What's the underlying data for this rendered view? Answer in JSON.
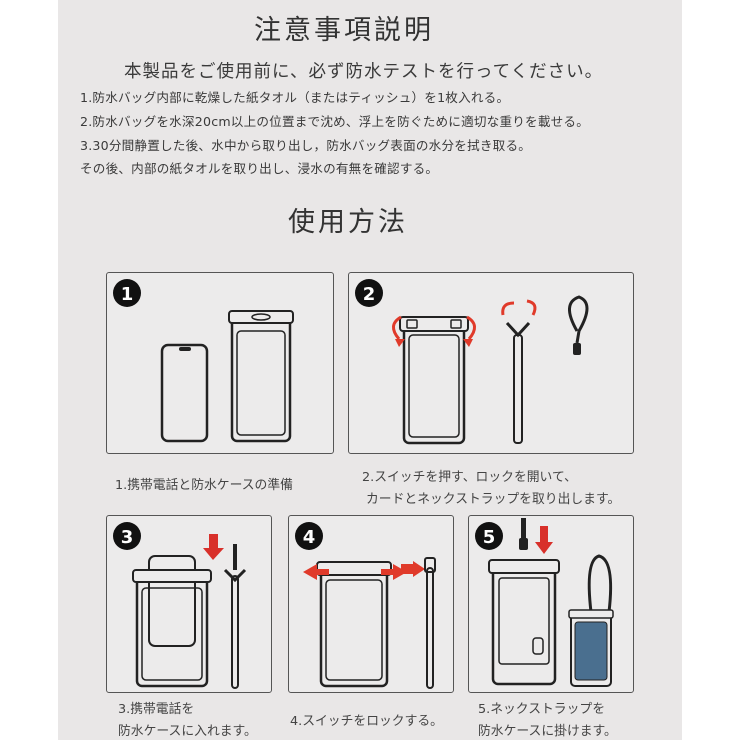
{
  "notice": {
    "title": "注意事項説明",
    "intro": "本製品をご使用前に、必ず防水テストを行ってください。",
    "lines": [
      "1.防水バッグ内部に乾燥した紙タオル（またはティッシュ）を1枚入れる。",
      "2.防水バッグを水深20cm以上の位置まで沈め、浮上を防ぐために適切な重りを載せる。",
      "3.30分間静置した後、水中から取り出し，防水バッグ表面の水分を拭き取る。",
      "その後、内部の紙タオルを取り出し、浸水の有無を確認する。"
    ]
  },
  "usage": {
    "title": "使用方法",
    "steps": [
      {
        "number": "1",
        "caption": "1.携帯電話と防水ケースの準備"
      },
      {
        "number": "2",
        "caption_line1": "2.スイッチを押す、ロックを開いて、",
        "caption_line2": "カードとネックストラップを取り出します。"
      },
      {
        "number": "3",
        "caption_line1": "3.携帯電話を",
        "caption_line2": "防水ケースに入れます。"
      },
      {
        "number": "4",
        "caption": "4.スイッチをロックする。"
      },
      {
        "number": "5",
        "caption_line1": "5.ネックストラップを",
        "caption_line2": "防水ケースに掛けます。"
      }
    ]
  },
  "colors": {
    "arrow_red": "#e03a2a",
    "panel_bg": "#e9e7e7",
    "ink": "#333333"
  }
}
